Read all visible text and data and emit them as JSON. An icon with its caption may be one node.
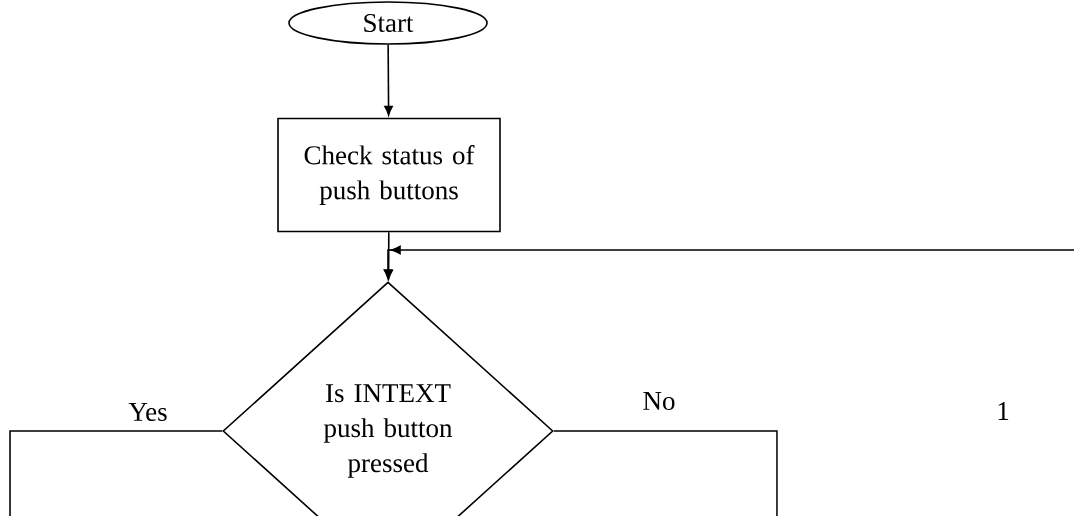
{
  "diagram": {
    "nodes": [
      {
        "text": [
          "Start"
        ]
      },
      {
        "text": [
          "Check status of push buttons"
        ]
      },
      {
        "text": [
          "Is INTEXT push button pressed"
        ]
      }
    ],
    "edges": [
      {
        "from": 0,
        "to": 1,
        "arrow": "to"
      },
      {
        "from": 1,
        "to": 2,
        "arrow": "to"
      },
      {
        "from": null,
        "to": 2,
        "arrow": "to"
      },
      {
        "from": 2,
        "to": null,
        "arrow": "none",
        "label": "Yes"
      },
      {
        "from": 2,
        "to": null,
        "arrow": "none",
        "label": "No"
      }
    ],
    "labels": [
      "1"
    ]
  }
}
